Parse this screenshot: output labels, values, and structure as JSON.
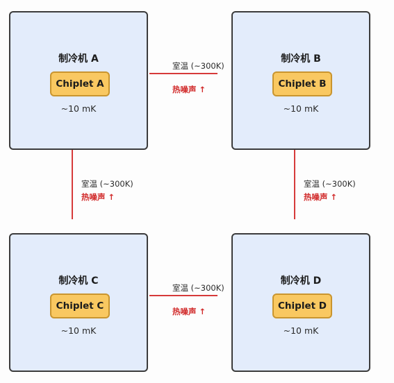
{
  "fridges": [
    {
      "title": "制冷机 A",
      "chip": "Chiplet A",
      "temp": "~10 mK"
    },
    {
      "title": "制冷机 B",
      "chip": "Chiplet B",
      "temp": "~10 mK"
    },
    {
      "title": "制冷机 C",
      "chip": "Chiplet C",
      "temp": "~10 mK"
    },
    {
      "title": "制冷机 D",
      "chip": "Chiplet D",
      "temp": "~10 mK"
    }
  ],
  "links": [
    {
      "room": "室温 (~300K)",
      "noise": "热噪声 ↑"
    },
    {
      "room": "室温 (~300K)",
      "noise": "热噪声 ↑"
    },
    {
      "room": "室温 (~300K)",
      "noise": "热噪声 ↑"
    },
    {
      "room": "室温 (~300K)",
      "noise": "热噪声 ↑"
    }
  ],
  "colors": {
    "box_fill": "#e3ecfb",
    "chip_fill": "#f9c861",
    "link_line": "#d63a3a",
    "noise_text": "#d12b2b"
  }
}
